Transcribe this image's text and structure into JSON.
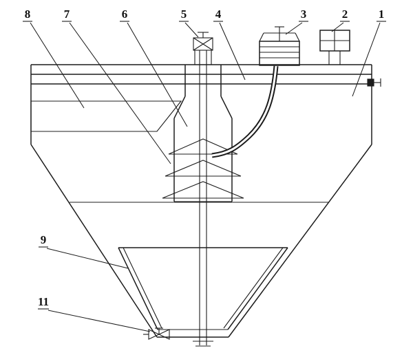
{
  "diagram": {
    "background_color": "#ffffff",
    "line_color": "#1c1c1c",
    "callouts": {
      "n1": "1",
      "n2": "2",
      "n3": "3",
      "n4": "4",
      "n5": "5",
      "n6": "6",
      "n7": "7",
      "n8": "8",
      "n9": "9",
      "n11": "11"
    }
  }
}
